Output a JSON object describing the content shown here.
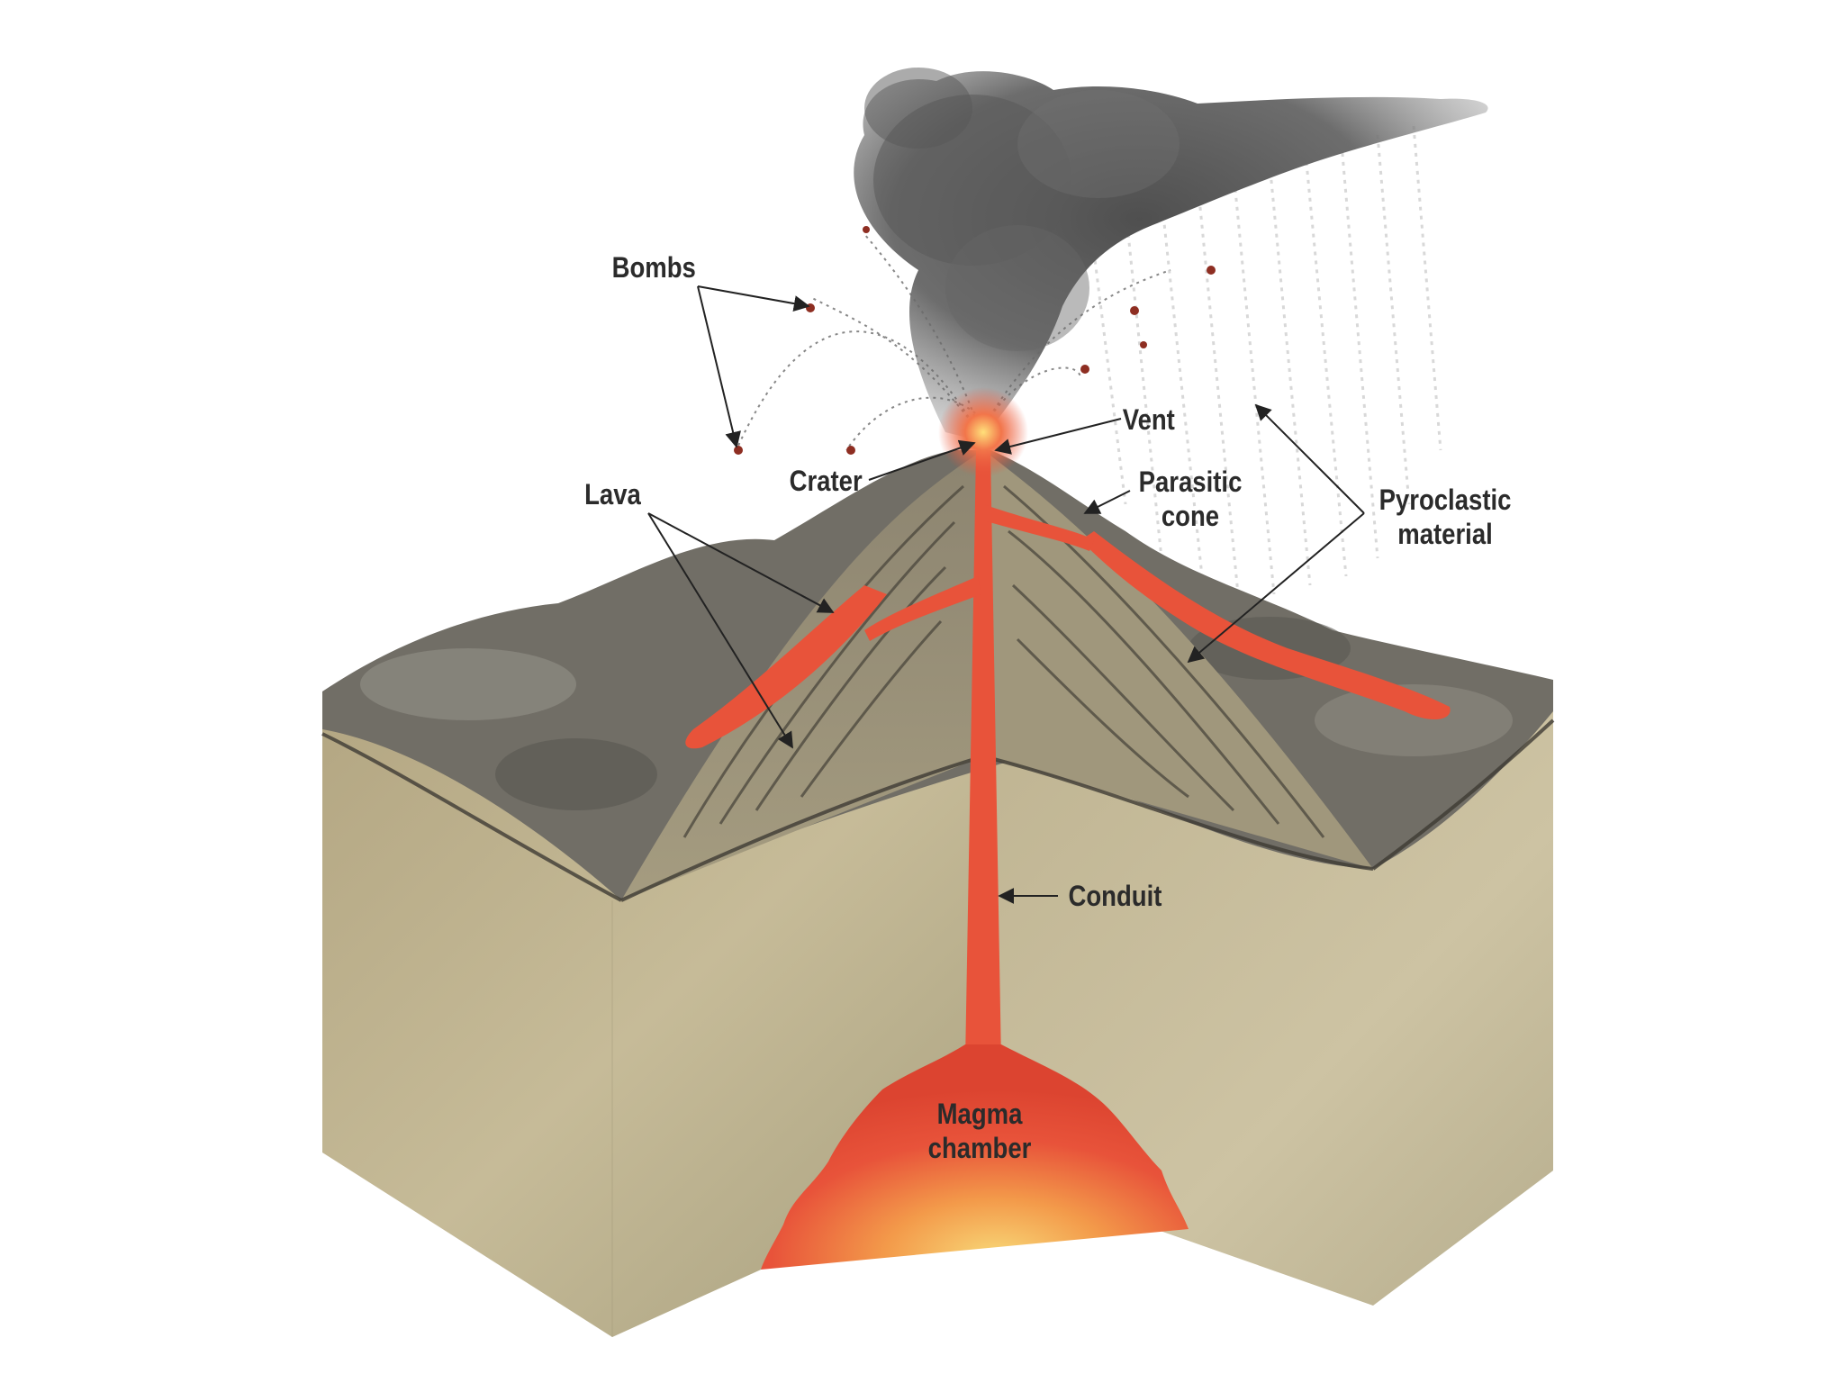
{
  "labels": {
    "bombs": "Bombs",
    "vent": "Vent",
    "crater": "Crater",
    "lava": "Lava",
    "parasitic_cone_line1": "Parasitic",
    "parasitic_cone_line2": "cone",
    "pyroclastic_line1": "Pyroclastic",
    "pyroclastic_line2": "material",
    "conduit": "Conduit",
    "magma_line1": "Magma",
    "magma_line2": "chamber"
  },
  "colors": {
    "lava": "#e8533a",
    "lava_bright": "#f6c85a",
    "ground": "#b9ac86",
    "cone": "#9b9277",
    "ash": "#5f5f5f",
    "rock_top": "#6e6c66",
    "label_text": "#2b2b2b"
  }
}
